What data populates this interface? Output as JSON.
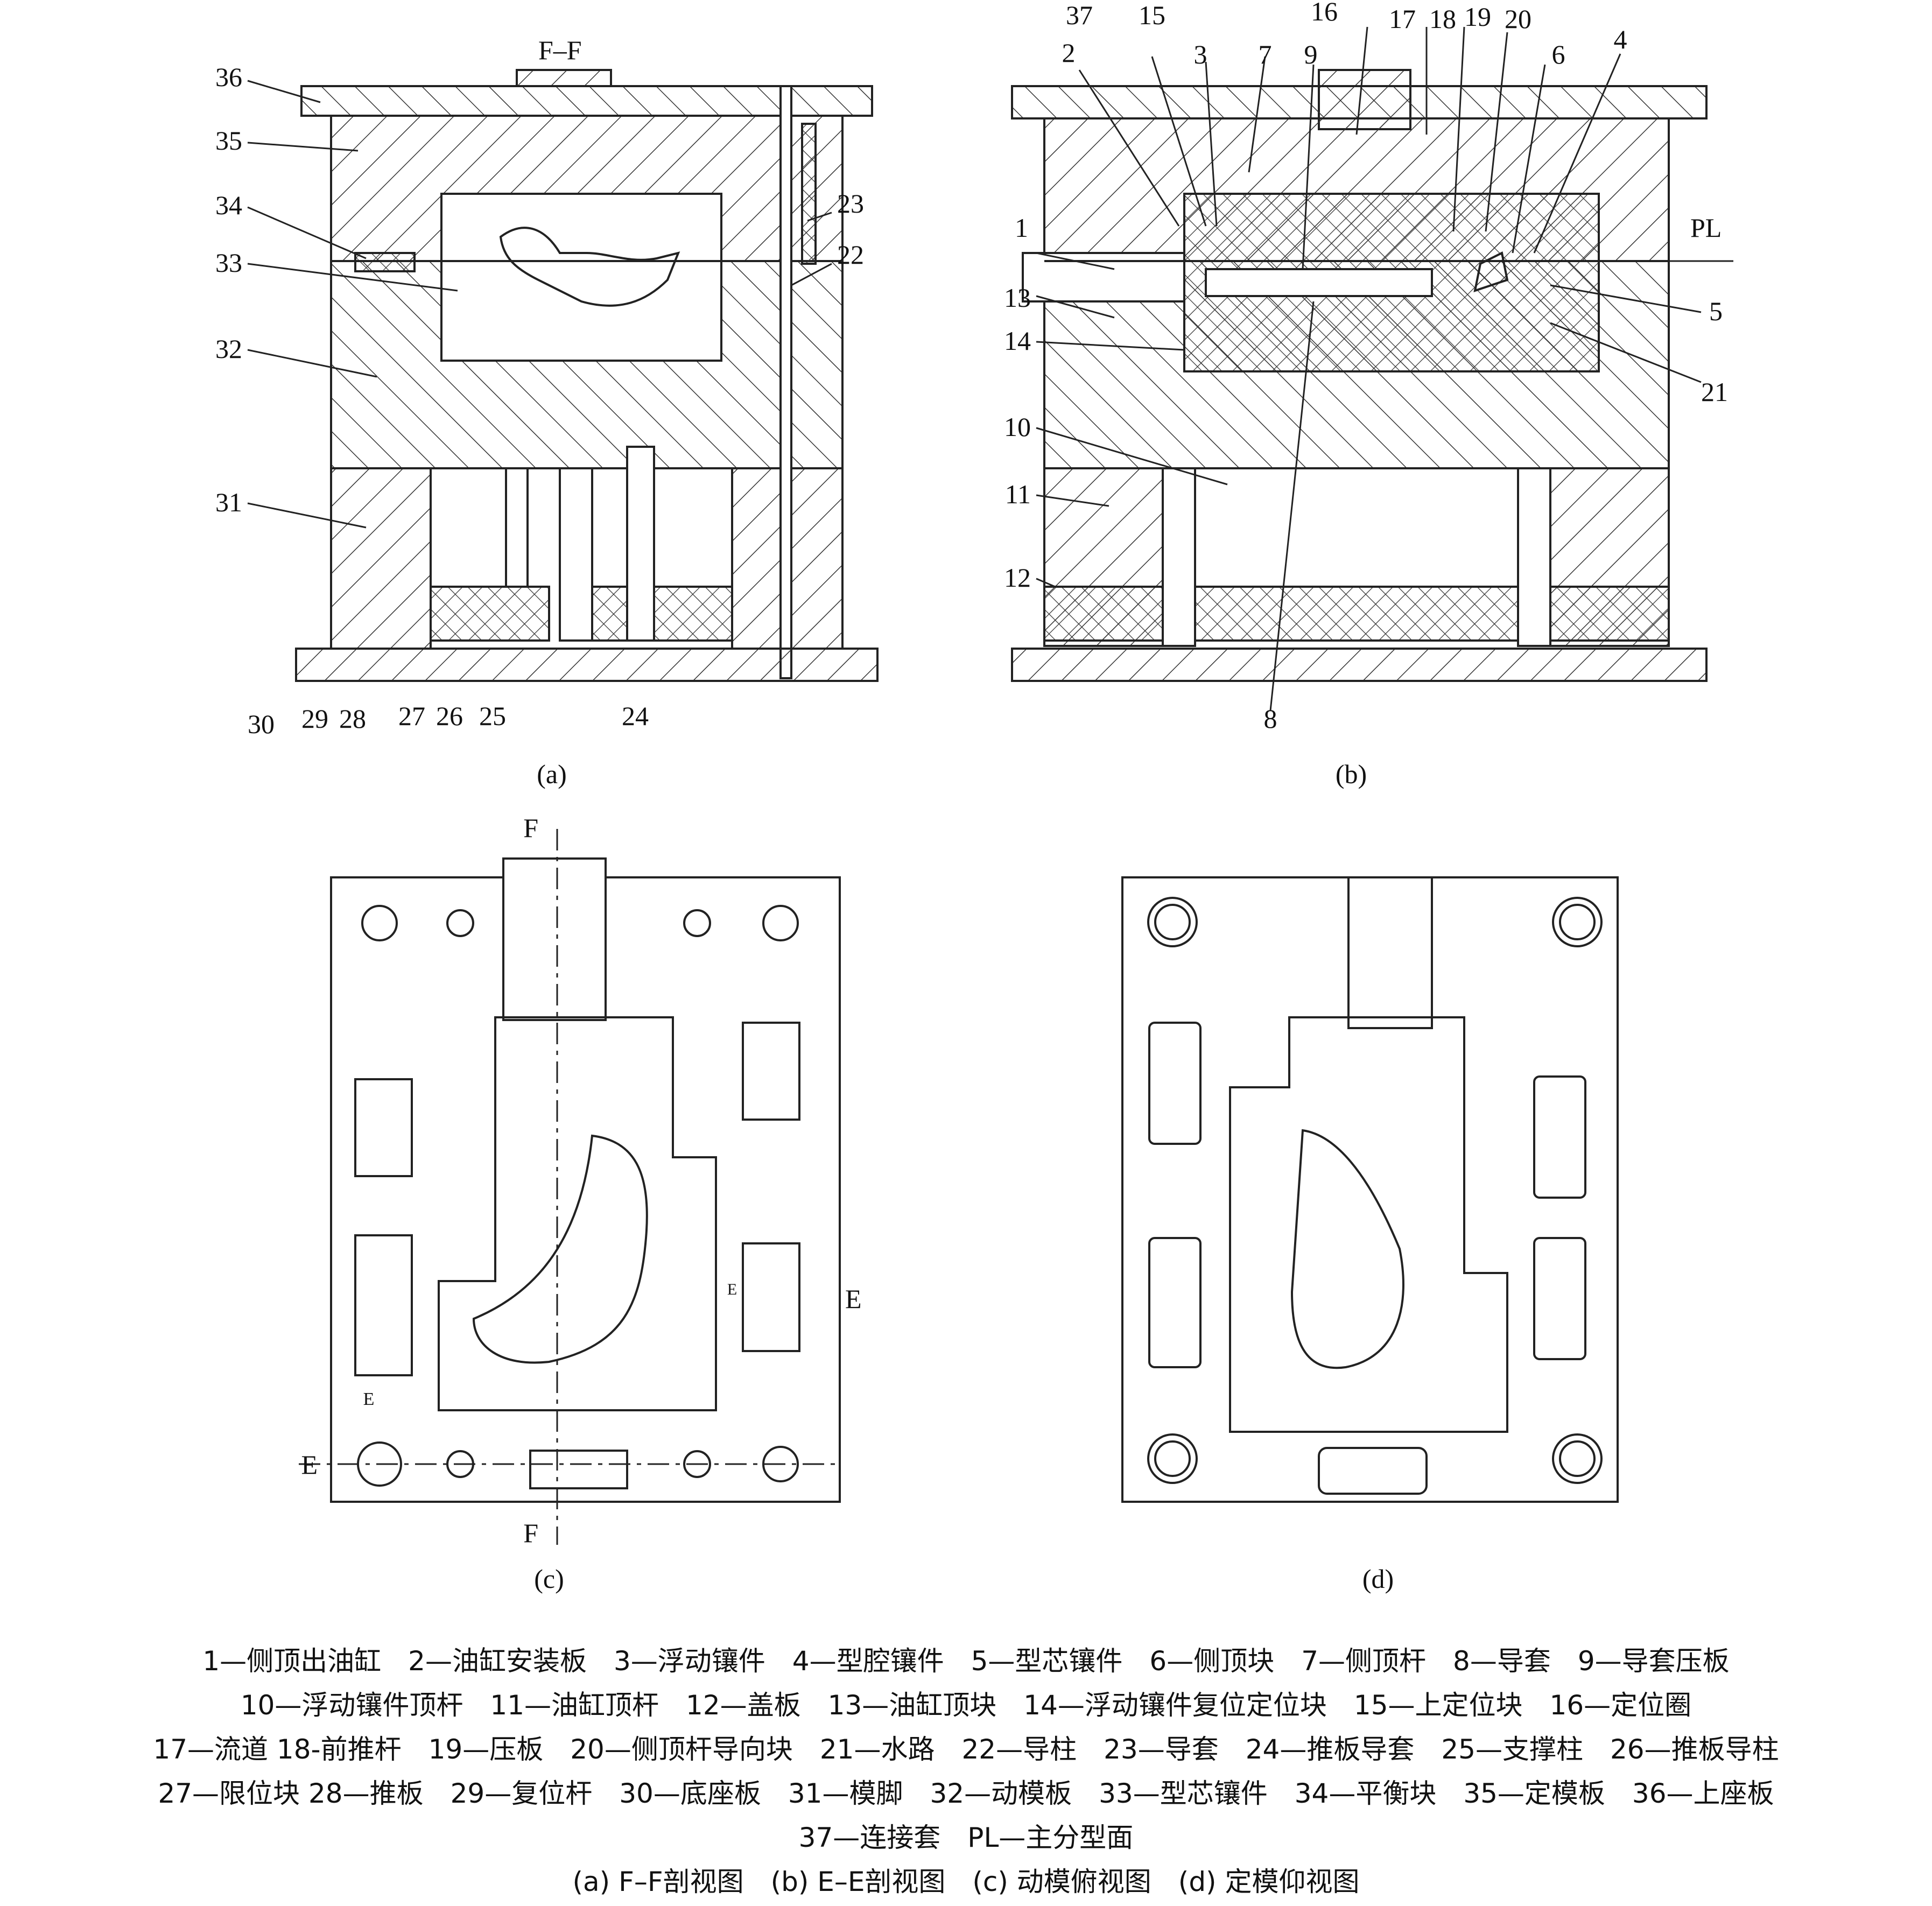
{
  "views": {
    "a": {
      "caption": "(a)",
      "section_title": "F–F",
      "labels": [
        "36",
        "35",
        "34",
        "33",
        "32",
        "31",
        "30",
        "29",
        "28",
        "27",
        "26",
        "25",
        "24",
        "23",
        "22"
      ]
    },
    "b": {
      "caption": "(b)",
      "section_title": "E–E",
      "labels": [
        "37",
        "15",
        "16",
        "17",
        "18",
        "19",
        "20",
        "2",
        "3",
        "7",
        "9",
        "6",
        "4",
        "1",
        "PL",
        "13",
        "5",
        "14",
        "21",
        "10",
        "11",
        "12",
        "8"
      ]
    },
    "c": {
      "caption": "(c)",
      "labels": [
        "F",
        "F",
        "E",
        "E",
        "E",
        "E"
      ]
    },
    "d": {
      "caption": "(d)"
    }
  },
  "legend": {
    "lines": [
      "1—侧顶出油缸　2—油缸安装板　3—浮动镶件　4—型腔镶件　5—型芯镶件　6—侧顶块　7—侧顶杆　8—导套　9—导套压板",
      "10—浮动镶件顶杆　11—油缸顶杆　12—盖板　13—油缸顶块　14—浮动镶件复位定位块　15—上定位块　16—定位圈",
      "17—流道 18-前推杆　19—压板　20—侧顶杆导向块　21—水路　22—导柱　23—导套　24—推板导套　25—支撑柱　26—推板导柱",
      "27—限位块 28—推板　29—复位杆　30—底座板　31—模脚　32—动模板　33—型芯镶件　34—平衡块　35—定模板　36—上座板",
      "37—连接套　PL—主分型面",
      "(a) F–F剖视图　(b) E–E剖视图　(c) 动模俯视图　(d) 定模仰视图"
    ]
  }
}
